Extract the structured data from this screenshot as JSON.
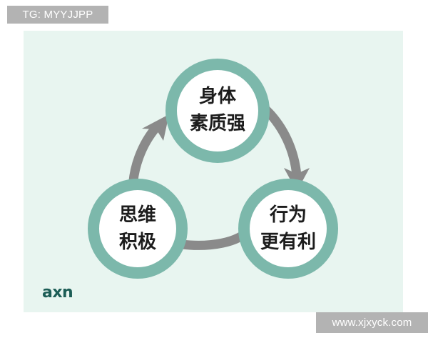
{
  "watermarks": {
    "top_left": "TG: MYYJJPP",
    "bottom_right": "www.xjxyck.com"
  },
  "logo": {
    "text": "axn"
  },
  "diagram": {
    "type": "cycle",
    "direction": "clockwise",
    "background_color": "#e8f5f0",
    "ring_color": "#7cb8ab",
    "ring_fill_color": "#ffffff",
    "arrow_color": "#8a8a8a",
    "text_color": "#1c1c1c",
    "nodes": [
      {
        "id": "physical",
        "position": "top",
        "line1": "身体",
        "line2": "素质强"
      },
      {
        "id": "behavior",
        "position": "bottom-right",
        "line1": "行为",
        "line2": "更有利"
      },
      {
        "id": "mindset",
        "position": "bottom-left",
        "line1": "思维",
        "line2": "积极"
      }
    ],
    "arrows": [
      {
        "id": "physical-to-behavior",
        "from": "physical",
        "to": "behavior"
      },
      {
        "id": "behavior-to-mindset",
        "from": "behavior",
        "to": "mindset"
      },
      {
        "id": "mindset-to-physical",
        "from": "mindset",
        "to": "physical"
      }
    ]
  }
}
